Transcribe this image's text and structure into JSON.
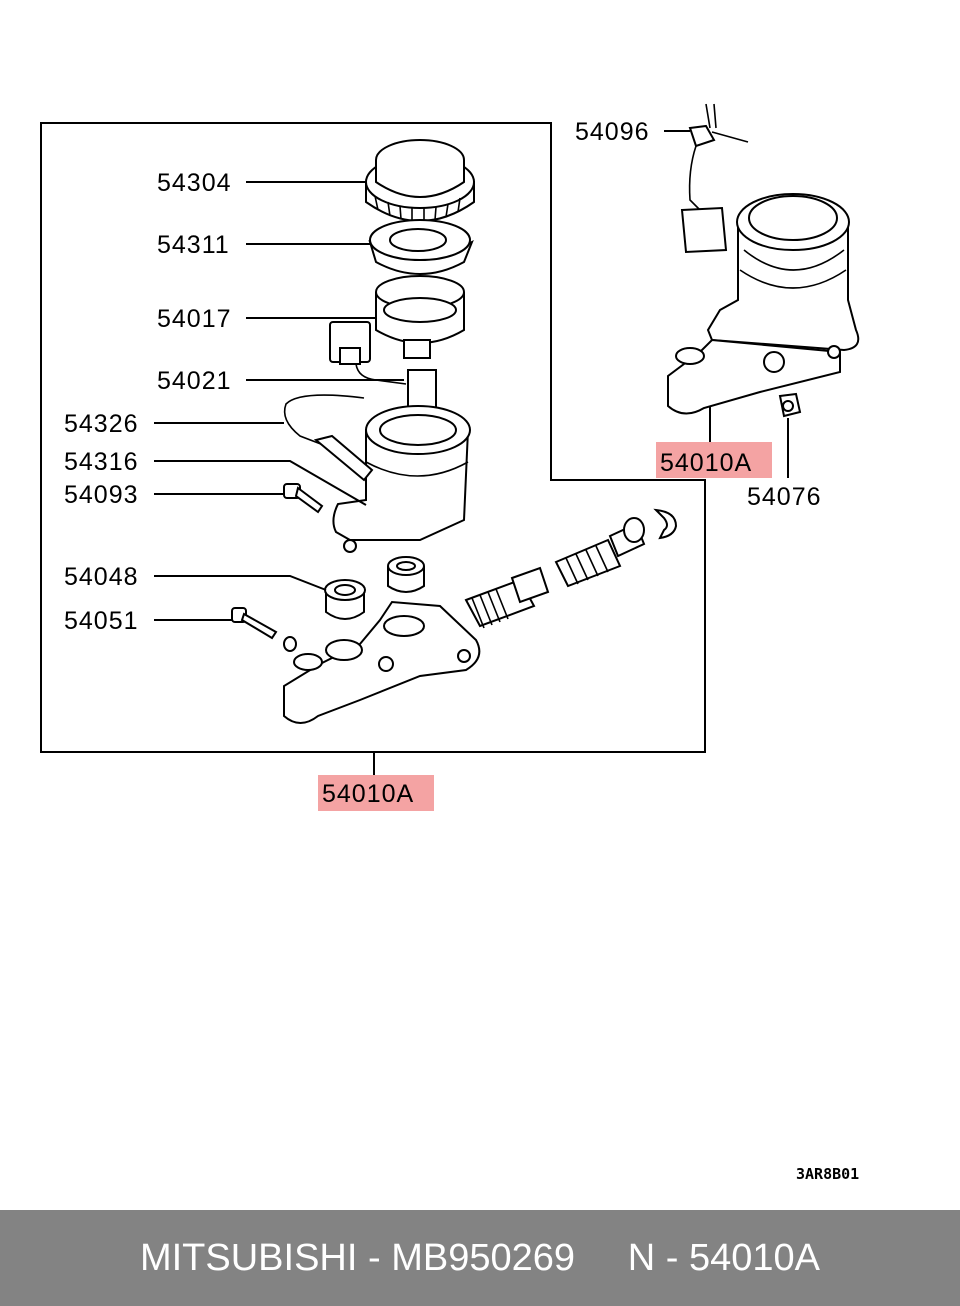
{
  "diagram": {
    "labels": {
      "p54304": "54304",
      "p54311": "54311",
      "p54017": "54017",
      "p54021": "54021",
      "p54326": "54326",
      "p54316": "54316",
      "p54093": "54093",
      "p54048": "54048",
      "p54051": "54051",
      "p54096": "54096",
      "p54076": "54076",
      "p54010a_right": "54010A",
      "p54010a_bottom": "54010A"
    },
    "highlight_color": "#f4a3a3",
    "drawing_code": "3AR8B01"
  },
  "footer": {
    "text": "MITSUBISHI - MB950269     N - 54010A",
    "background": "#838383"
  }
}
